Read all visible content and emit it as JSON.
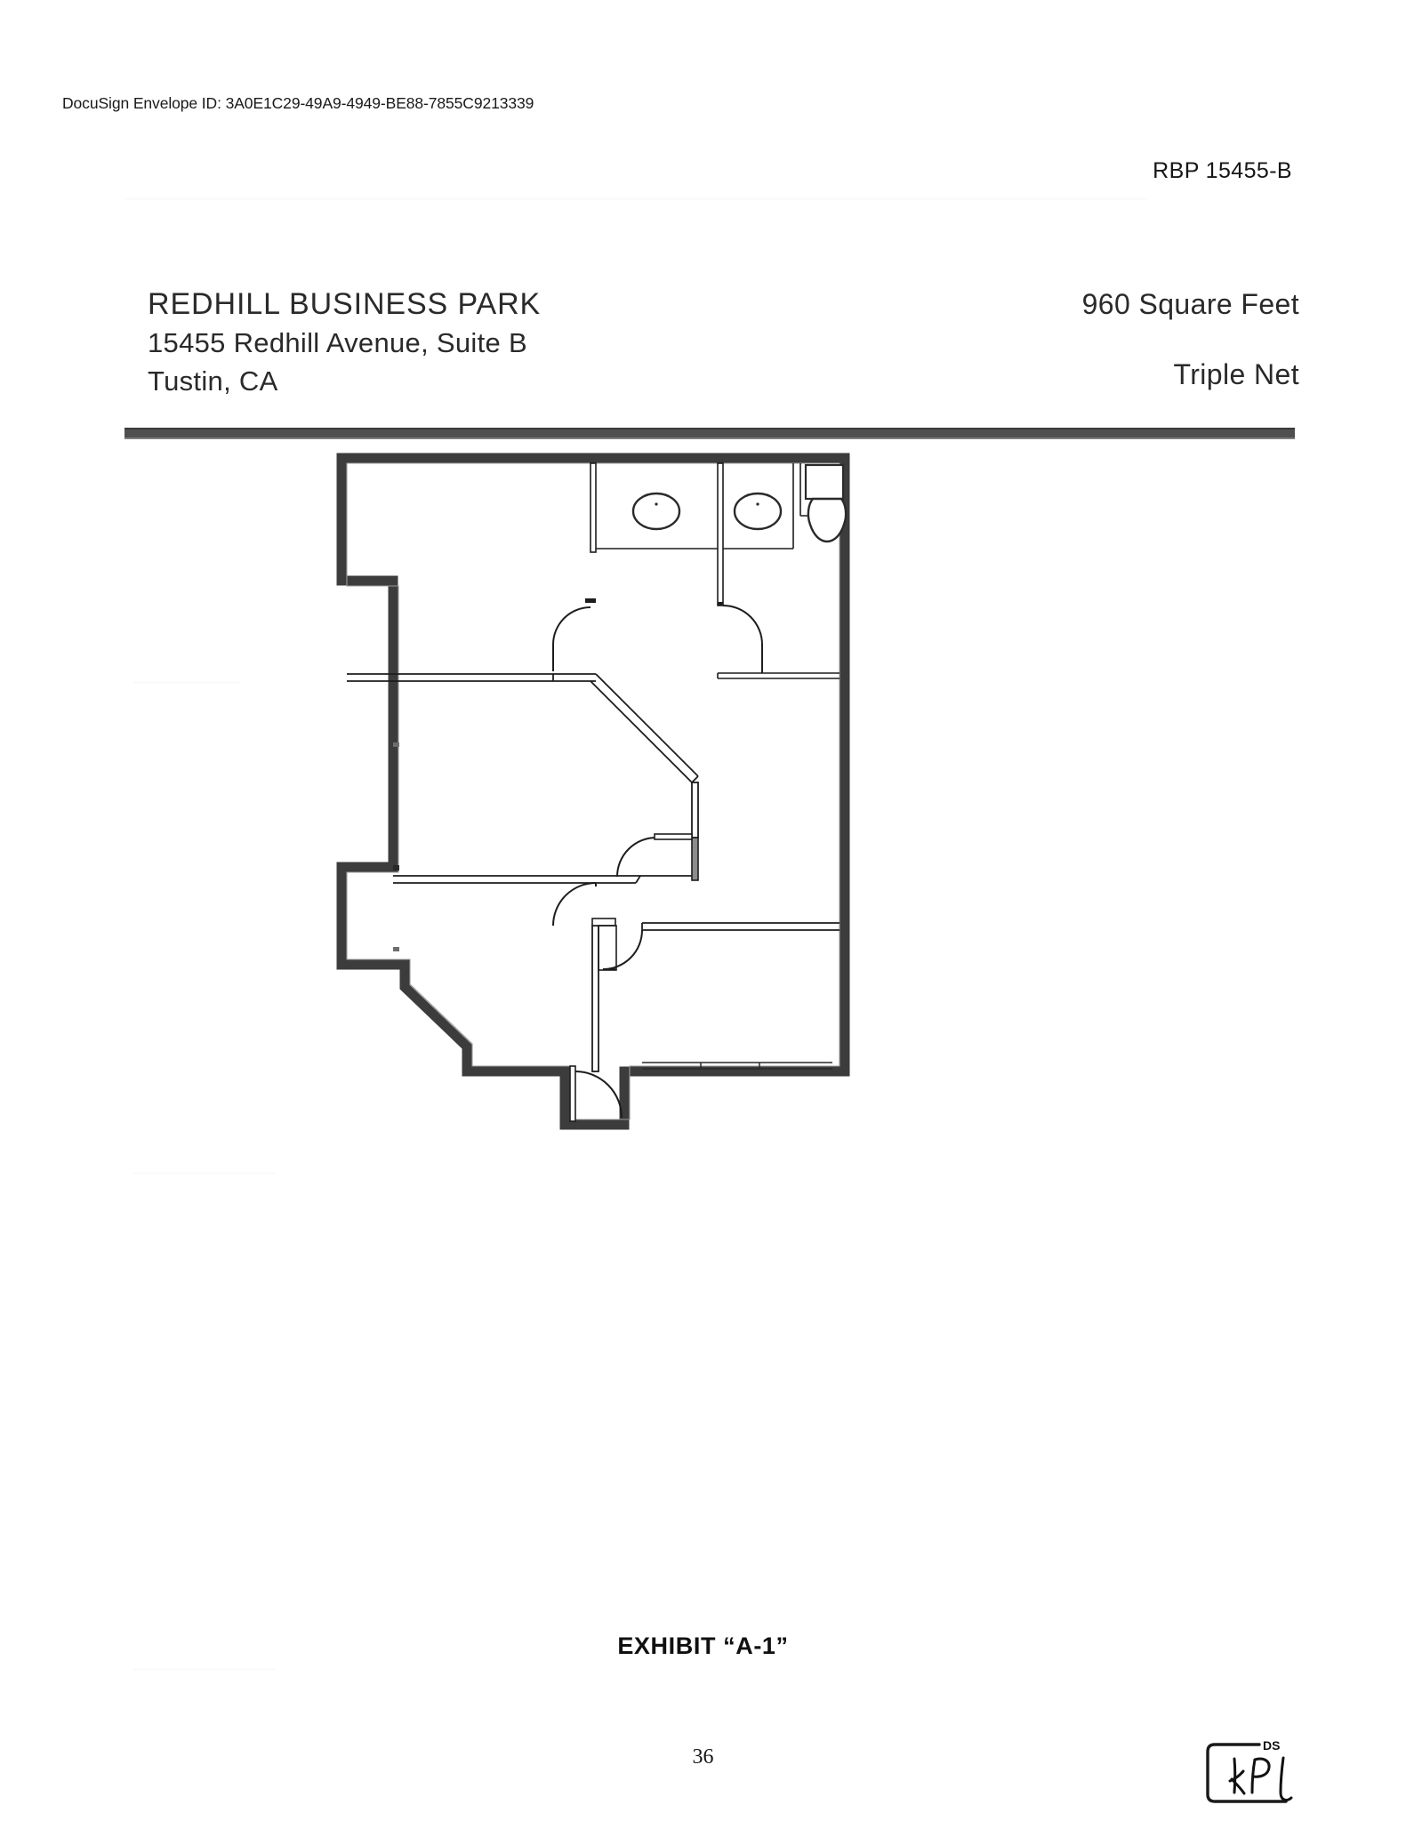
{
  "document": {
    "envelope_label": "DocuSign Envelope ID: 3A0E1C29-49A9-4949-BE88-7855C9213339",
    "reference_code": "RBP 15455-B",
    "exhibit_caption": "EXHIBIT “A-1”",
    "page_number": "36"
  },
  "header": {
    "property_name": "REDHILL BUSINESS PARK",
    "street_address": "15455 Redhill Avenue, Suite B",
    "city_state": "Tustin, CA",
    "area": "960 Square Feet",
    "lease_type": "Triple Net"
  },
  "signature_stamp": {
    "tag": "DS",
    "initials": "kPL"
  },
  "floorplan": {
    "title": "Suite B floor plan",
    "fixtures": [
      {
        "name": "sink-left",
        "type": "sink"
      },
      {
        "name": "sink-right",
        "type": "sink"
      },
      {
        "name": "toilet",
        "type": "toilet"
      }
    ],
    "doors": [
      {
        "name": "door-office-north",
        "swing": "arc"
      },
      {
        "name": "door-restroom",
        "swing": "arc"
      },
      {
        "name": "door-corridor-east",
        "swing": "arc"
      },
      {
        "name": "door-interior-mid",
        "swing": "arc"
      },
      {
        "name": "door-interior-lower",
        "swing": "arc"
      },
      {
        "name": "door-entry-south",
        "swing": "arc"
      }
    ],
    "colors": {
      "exterior_wall": "#3c3c3c",
      "interior_wall": "#1d1d1d",
      "fixture_line": "#2a2a2a"
    }
  }
}
